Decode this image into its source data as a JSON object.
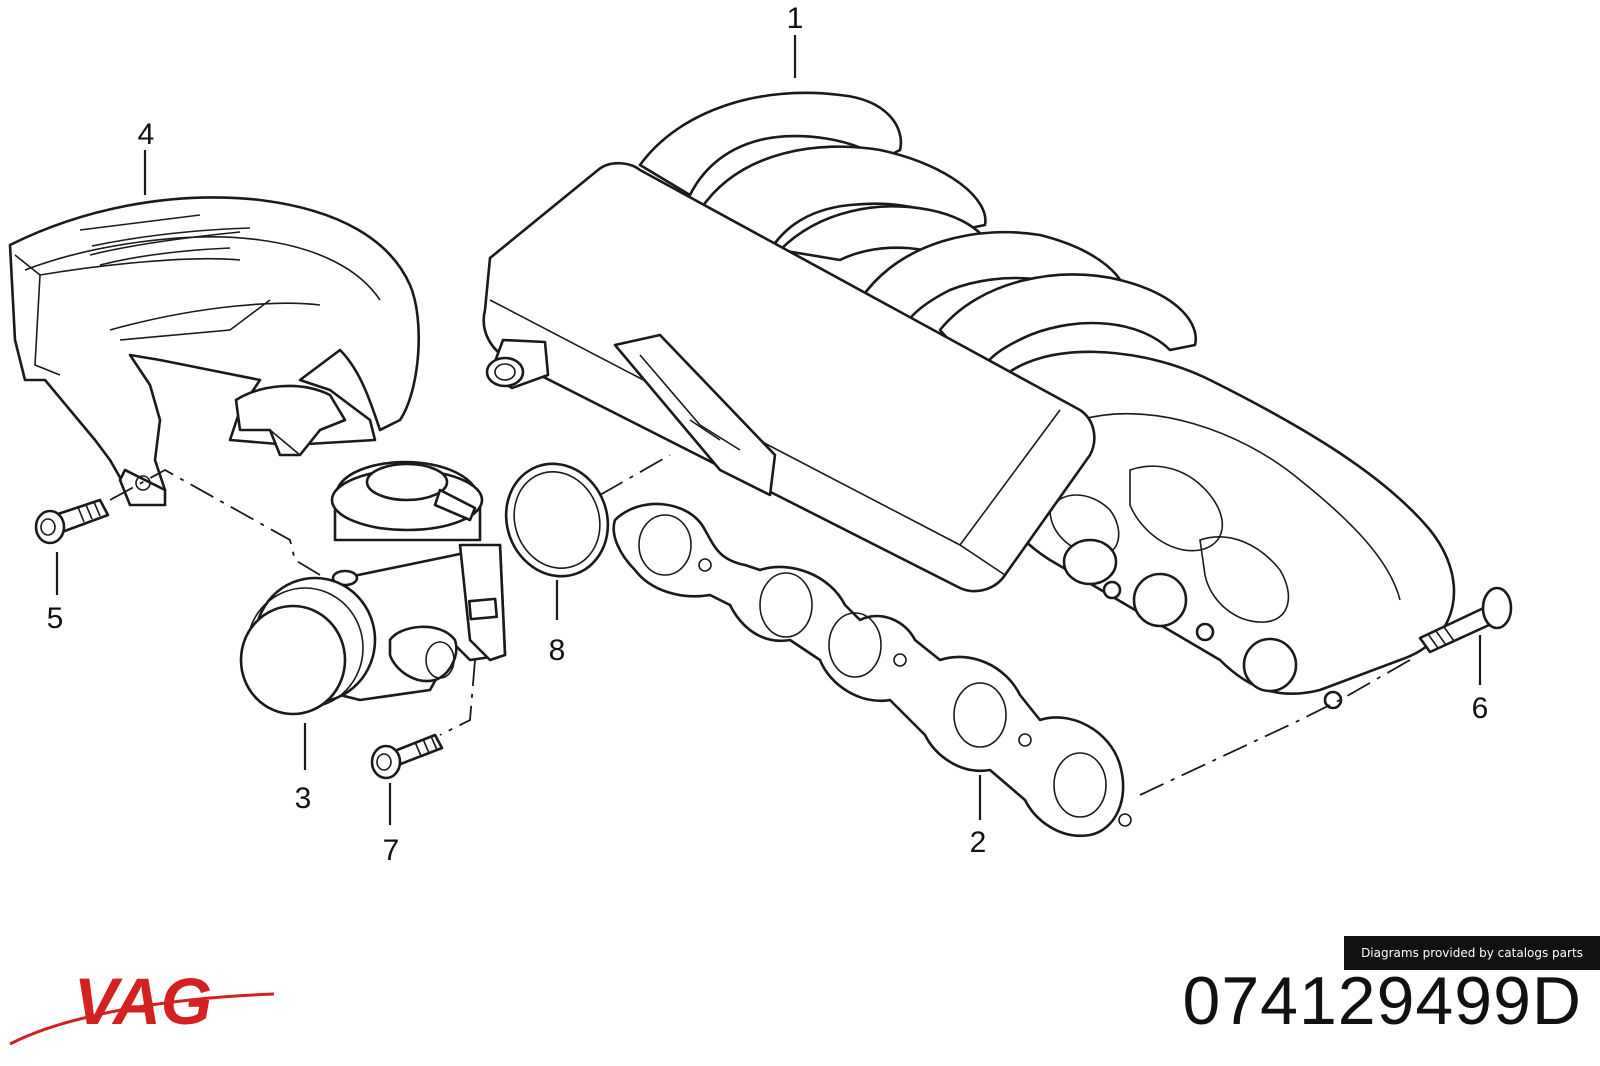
{
  "callouts": {
    "c1": "1",
    "c2": "2",
    "c3": "3",
    "c4": "4",
    "c5": "5",
    "c6": "6",
    "c7": "7",
    "c8": "8"
  },
  "credit": "Diagrams provided by catalogs parts",
  "part_number": "074129499D",
  "brand": "VAG",
  "colors": {
    "brand": "#d32020",
    "line": "#1a1a1a",
    "banner": "#111111"
  }
}
